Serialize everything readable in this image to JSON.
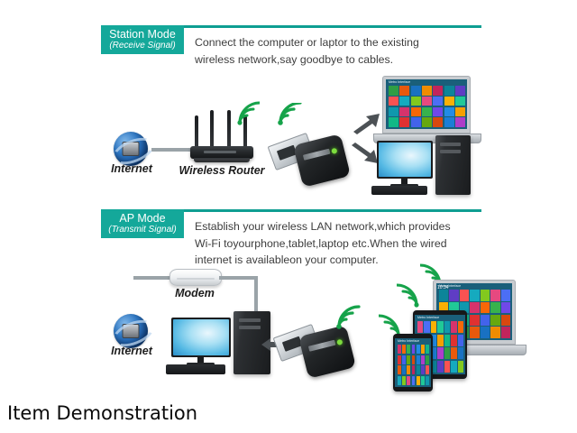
{
  "page": {
    "caption": "Item Demonstration",
    "background_color": "#ffffff",
    "accent_color": "#14a89a",
    "wifi_color": "#16a34a",
    "text_color": "#3d3d3d"
  },
  "sections": [
    {
      "badge_title": "Station Mode",
      "badge_subtitle": "(Receive Signal)",
      "body": "Connect the computer or laptor to the existing\nwireless network,say goodbye to cables.",
      "labels": {
        "internet": "Internet",
        "router": "Wireless Router"
      },
      "devices": [
        "internet-globe",
        "wireless-router",
        "usb-wifi-adapter",
        "laptop",
        "desktop-pc"
      ]
    },
    {
      "badge_title": "AP Mode",
      "badge_subtitle": "(Transmit Signal)",
      "body": "Establish your wireless LAN network,which provides\nWi-Fi toyourphone,tablet,laptop etc.When the wired\ninternet is availableon your computer.",
      "labels": {
        "internet": "Internet",
        "modem": "Modem"
      },
      "devices": [
        "internet-globe",
        "modem",
        "desktop-pc",
        "usb-wifi-adapter",
        "smartphone",
        "tablet",
        "laptop"
      ]
    }
  ],
  "screens": {
    "metro_header": "Metro Interface",
    "metro_tile_colors": [
      "#2f9e44",
      "#e8590c",
      "#1971c2",
      "#f08c00",
      "#c2255c",
      "#0c8599",
      "#5f3dc4",
      "#fa5252",
      "#15aabf",
      "#82c91e",
      "#e64980",
      "#4c6ef5",
      "#fab005",
      "#20c997",
      "#1098ad",
      "#d6336c",
      "#f76707",
      "#37b24d",
      "#7048e8",
      "#228be6",
      "#f59f00",
      "#12b886",
      "#e03131",
      "#4263eb",
      "#66a80f",
      "#d9480f",
      "#1c7ed6",
      "#ae3ec9"
    ],
    "tablet_clock": "10:34"
  }
}
